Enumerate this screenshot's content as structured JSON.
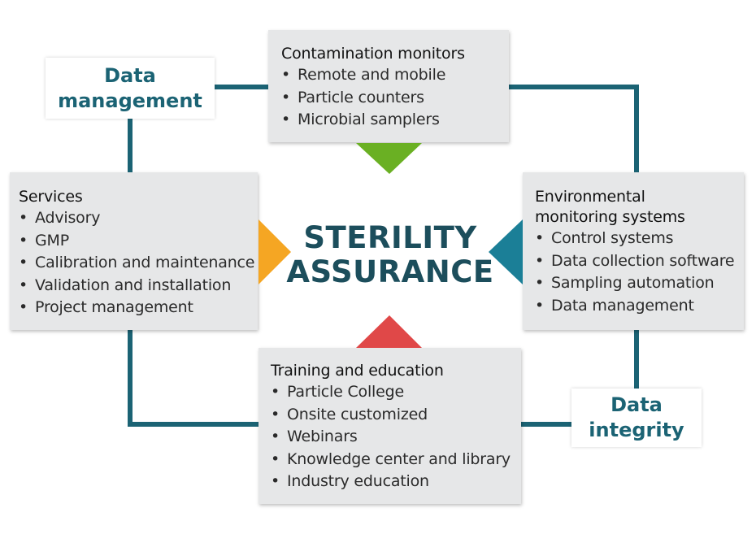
{
  "center": {
    "line1": "STERILITY",
    "line2": "ASSURANCE"
  },
  "labels": {
    "data_management": {
      "line1": "Data",
      "line2": "management"
    },
    "data_integrity": {
      "line1": "Data",
      "line2": "integrity"
    }
  },
  "boxes": {
    "contamination": {
      "title": "Contamination monitors",
      "items": [
        "Remote and mobile",
        "Particle counters",
        "Microbial samplers"
      ]
    },
    "services": {
      "title": "Services",
      "items": [
        "Advisory",
        "GMP",
        "Calibration and maintenance",
        "Validation and installation",
        "Project management"
      ]
    },
    "environmental": {
      "title_line1": "Environmental",
      "title_line2": "monitoring systems",
      "items": [
        "Control systems",
        "Data collection software",
        "Sampling automation",
        "Data management"
      ]
    },
    "training": {
      "title": "Training and education",
      "items": [
        "Particle College",
        "Onsite customized",
        "Webinars",
        "Knowledge center and library",
        "Industry education"
      ]
    }
  },
  "colors": {
    "connector": "#1b6374",
    "arrow_top": "#6ab023",
    "arrow_left": "#f5a623",
    "arrow_right": "#1b7f97",
    "arrow_bottom": "#e04848",
    "box_fill": "#e6e7e8"
  }
}
